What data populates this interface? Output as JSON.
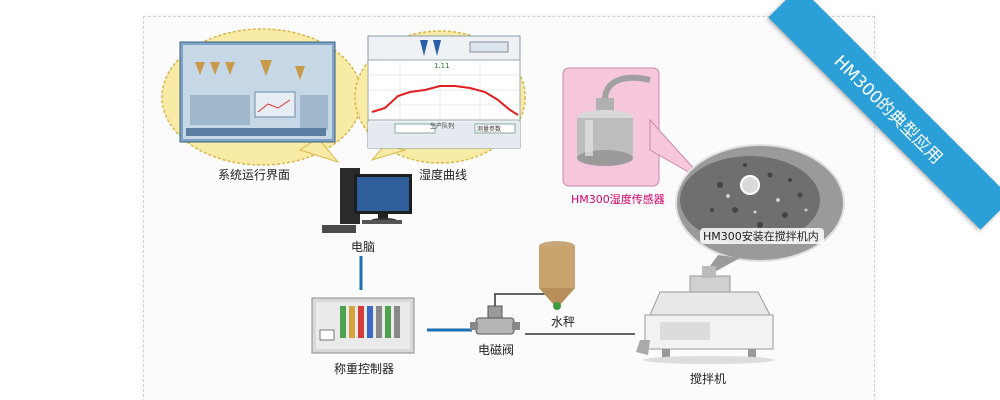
{
  "banner": {
    "title": "HM300的典型应用"
  },
  "labels": {
    "system_ui": "系统运行界面",
    "humidity_curve": "湿度曲线",
    "computer": "电脑",
    "sensor": "HM300湿度传感器",
    "installed": "HM300安装在搅拌机内",
    "weigh_controller": "称重控制器",
    "solenoid_valve": "电磁阀",
    "water_scale": "水秤",
    "mixer": "搅拌机"
  },
  "curve": {
    "value_label": "1.11",
    "table_header": "生产队列",
    "table_btn": "测量参数"
  },
  "colors": {
    "ribbon": "#2a9fd8",
    "bubble_yellow": "#f8eba6",
    "bubble_pink": "#f6c7dc",
    "line_blue": "#1b6fb3",
    "curve_red": "#e02020"
  }
}
